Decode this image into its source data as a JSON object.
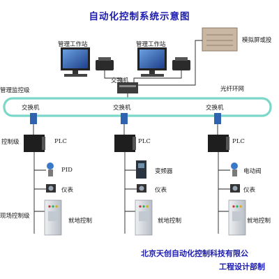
{
  "title": "自动化控制系统示意图",
  "workstations": [
    {
      "label": "管理工作站"
    },
    {
      "label": "管理工作站"
    }
  ],
  "simulated_screen_label": "模拟屏或投",
  "core_switch_label": "交换机",
  "network": {
    "left_label": "管理监控级",
    "right_label": "光纤环网"
  },
  "columns": [
    {
      "switch": "交换机",
      "plc": "PLC",
      "device": "PID",
      "meter": "仪表",
      "local": "就地控制"
    },
    {
      "switch": "交换机",
      "plc": "PLC",
      "device": "变频器",
      "meter": "仪表",
      "local": "就地控制"
    },
    {
      "switch": "交换机",
      "plc": "PLC",
      "device": "电动阀",
      "meter": "仪表",
      "local": "就地控制"
    }
  ],
  "levels": {
    "control": "控制级",
    "field": "现场控制级"
  },
  "footer": {
    "company": "北京天创自动化控制科技有限公",
    "dept": "工程设计部制"
  },
  "colors": {
    "title": "#1b1bb0",
    "ring": "#7bd8c8",
    "switch": "#2f63b0",
    "plc": "#1e1e1e",
    "cabinet": "#d9dde2"
  }
}
